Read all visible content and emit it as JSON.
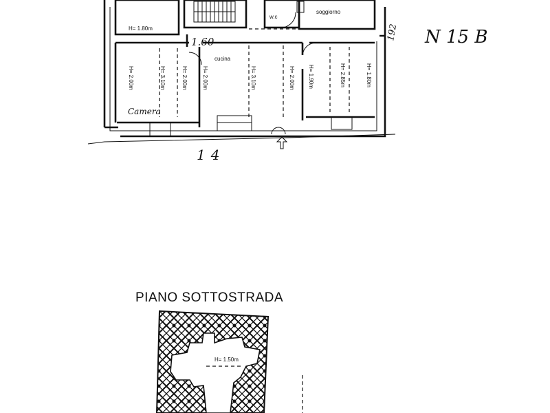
{
  "upper_plan": {
    "rooms": {
      "top_left_height": "H= 1.80m",
      "wc": "w.c",
      "soggiorno": "soggiorno",
      "cucina": "cucina",
      "camera": "Camera"
    },
    "heights": {
      "left_1": "H= 2.00m",
      "left_2": "H= 3.10m",
      "left_3": "H= 2.00m",
      "mid_1": "H= 2.00m",
      "mid_2": "H= 3.10m",
      "mid_3": "H= 2.00m",
      "right_1": "H= 1.90m",
      "right_2": "H= 2.85m",
      "right_3": "H= 1.80m"
    },
    "handwritten": {
      "dimension_1": "1.60",
      "dimension_2": "14",
      "side_note": "192",
      "sheet_ref": "N  15 B"
    }
  },
  "lower_plan": {
    "title": "PIANO SOTTOSTRADA",
    "height": "H= 1.50m"
  }
}
